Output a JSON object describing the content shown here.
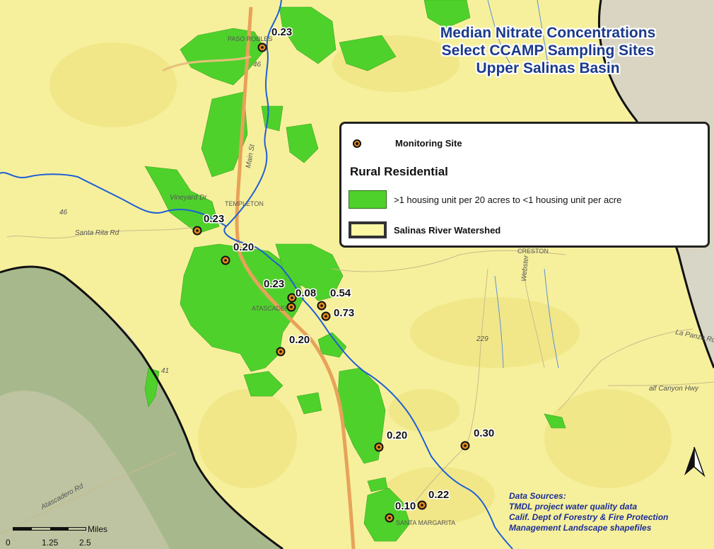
{
  "title": {
    "line1": "Median Nitrate Concentrations",
    "line2": "Select CCAMP Sampling Sites",
    "line3": "Upper Salinas Basin"
  },
  "legend": {
    "site": "Monitoring Site",
    "group": "Rural Residential",
    "green": ">1 housing unit per 20 acres to <1 housing unit per acre",
    "watershed": "Salinas River Watershed"
  },
  "sites": [
    {
      "value": "0.23"
    },
    {
      "value": "0.23"
    },
    {
      "value": "0.20"
    },
    {
      "value": "0.23"
    },
    {
      "value": "0.08"
    },
    {
      "value": "0.54"
    },
    {
      "value": "0.73"
    },
    {
      "value": "0.20"
    },
    {
      "value": "0.20"
    },
    {
      "value": "0.30"
    },
    {
      "value": "0.22"
    },
    {
      "value": "0.10"
    }
  ],
  "places": {
    "paso": "PASO ROBLES",
    "templeton": "TEMPLETON",
    "atascadero": "ATASCADERO",
    "creston": "CRESTON",
    "santa_margarita": "SANTA MARGARITA"
  },
  "roads": {
    "santa_rita": "Santa Rita Rd",
    "vineyard": "Vineyard Dr",
    "main": "Main St",
    "atascadero_rd": "Atascadero Rd",
    "la_panza": "La Panza Rd",
    "calf_canyon": "alf Canyon Hwy",
    "webster": "Webster",
    "r46": "46",
    "r41": "41",
    "r229": "229"
  },
  "sources": {
    "line1": "Data Sources:",
    "line2": "TMDL project water quality data",
    "line3": "Calif. Dept of Forestry & Fire Protection",
    "line4": "Management Landscape shapefiles"
  },
  "scale": {
    "t0": "0",
    "t1": "1.25",
    "t2": "2.5",
    "unit": "Miles"
  },
  "colors": {
    "watershed": "#f5ef9a",
    "outside": "#c9c7b0",
    "terrain_green": "#a9b98a",
    "residential": "#4fd12c",
    "river": "#1f5fd6",
    "highway": "#e8a25a",
    "site": "#e38a1c"
  }
}
